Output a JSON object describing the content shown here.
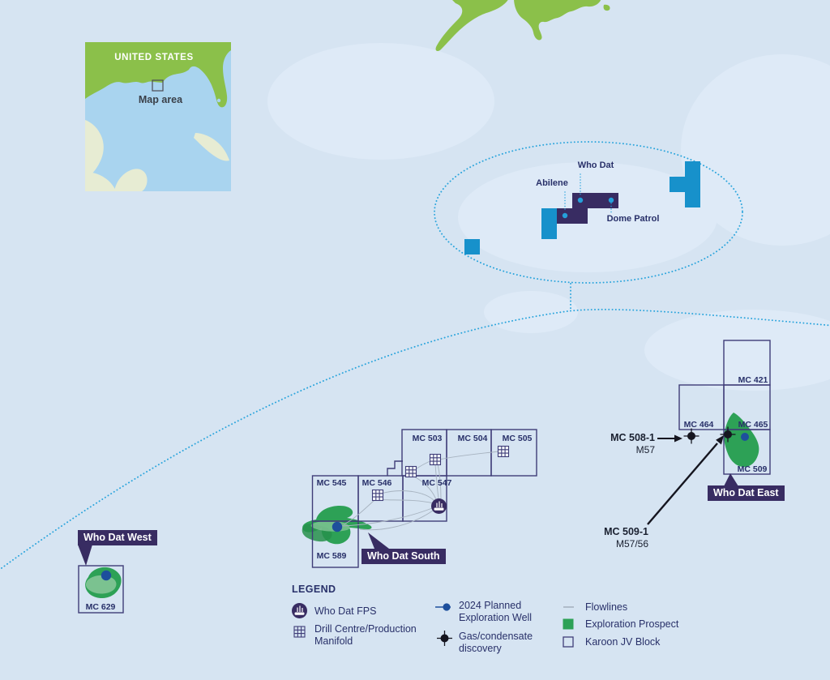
{
  "inset": {
    "country_label": "UNITED STATES",
    "map_area_label": "Map area"
  },
  "cluster": {
    "who_dat": "Who Dat",
    "abilene": "Abilene",
    "dome_patrol": "Dome Patrol"
  },
  "blocks": {
    "mc503": "MC 503",
    "mc504": "MC 504",
    "mc505": "MC 505",
    "mc545": "MC 545",
    "mc546": "MC 546",
    "mc547": "MC 547",
    "mc589": "MC 589",
    "mc421": "MC 421",
    "mc464": "MC 464",
    "mc465": "MC 465",
    "mc509": "MC 509",
    "mc629": "MC 629"
  },
  "callouts": {
    "west": "Who Dat West",
    "south": "Who Dat South",
    "east": "Who Dat East"
  },
  "wells": {
    "mc508_1": {
      "name": "MC 508-1",
      "zone": "M57"
    },
    "mc509_1": {
      "name": "MC 509-1",
      "zone": "M57/56"
    }
  },
  "legend": {
    "title": "LEGEND",
    "fps": "Who Dat FPS",
    "drill_centre": "Drill Centre/Production Manifold",
    "planned_well": "2024 Planned Exploration Well",
    "gas_discovery": "Gas/condensate discovery",
    "flowlines": "Flowlines",
    "prospect": "Exploration Prospect",
    "jv_block": "Karoon JV Block"
  },
  "colors": {
    "purple": "#382c62",
    "block_outline": "#3f3d78",
    "cyan_block": "#1791cb",
    "prospect_green": "#2da156",
    "land_green": "#8bc04a",
    "well_blue": "#1d4f9c",
    "dotted_cyan": "#29a4dc",
    "flowline_grey": "#a7b3c0",
    "text_navy": "#283069"
  }
}
